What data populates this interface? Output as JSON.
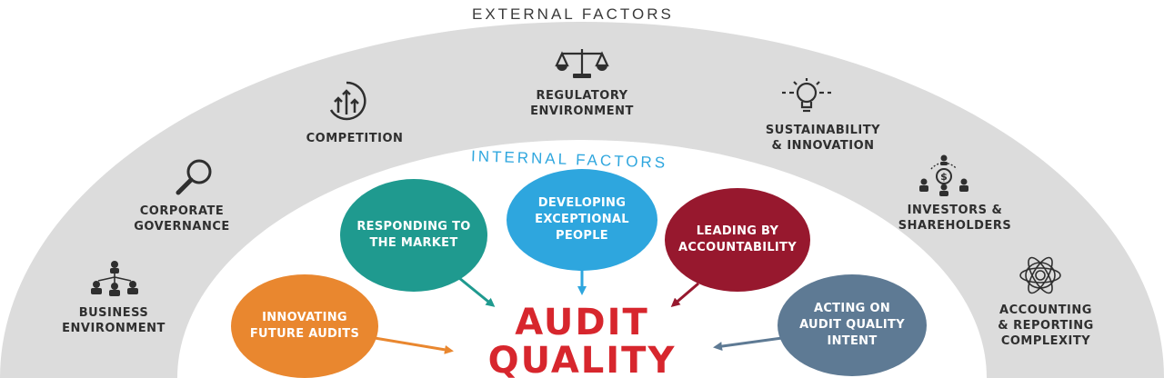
{
  "headings": {
    "external": "EXTERNAL FACTORS",
    "internal": "INTERNAL FACTORS"
  },
  "external_factors": [
    {
      "label": "BUSINESS\nENVIRONMENT",
      "icon": "people-network-icon"
    },
    {
      "label": "CORPORATE\nGOVERNANCE",
      "icon": "magnifier-icon"
    },
    {
      "label": "COMPETITION",
      "icon": "growth-arrows-icon"
    },
    {
      "label": "REGULATORY\nENVIRONMENT",
      "icon": "scales-icon"
    },
    {
      "label": "SUSTAINABILITY\n& INNOVATION",
      "icon": "lightbulb-icon"
    },
    {
      "label": "INVESTORS &\nSHAREHOLDERS",
      "icon": "investors-icon"
    },
    {
      "label": "ACCOUNTING\n& REPORTING\nCOMPLEXITY",
      "icon": "network-sphere-icon"
    }
  ],
  "internal_factors": [
    {
      "label": "INNOVATING\nFUTURE AUDITS",
      "color": "#e9872f"
    },
    {
      "label": "RESPONDING TO\nTHE MARKET",
      "color": "#1f9a8f"
    },
    {
      "label": "DEVELOPING\nEXCEPTIONAL\nPEOPLE",
      "color": "#2ea6de"
    },
    {
      "label": "LEADING BY\nACCOUNTABILITY",
      "color": "#97182e"
    },
    {
      "label": "ACTING ON\nAUDIT QUALITY\nINTENT",
      "color": "#5e7a94"
    }
  ],
  "center": {
    "title": "AUDIT\nQUALITY",
    "color": "#d7262d"
  },
  "colors": {
    "arc": "#dcdcdc",
    "external_heading": "#3a3a3a",
    "internal_heading": "#2ea6de"
  }
}
